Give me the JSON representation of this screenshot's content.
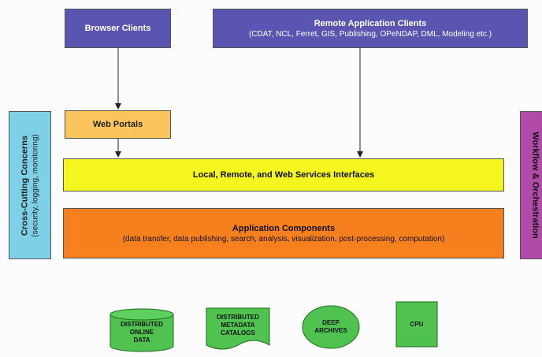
{
  "boxes": {
    "browser_clients": {
      "title": "Browser Clients"
    },
    "remote_clients": {
      "title": "Remote Application Clients",
      "subtitle": "(CDAT, NCL, Ferret, GIS, Publishing, OPeNDAP, DML, Modeling etc.)"
    },
    "web_portals": {
      "title": "Web Portals"
    },
    "interfaces": {
      "title": "Local, Remote, and Web Services Interfaces"
    },
    "app_components": {
      "title": "Application Components",
      "subtitle": "(data transfer, data publishing, search, analysis, visualization, post-processing, computation)"
    },
    "cross_cutting": {
      "title": "Cross-Cutting Concerns",
      "subtitle": "(security, logging, monitoring)"
    },
    "workflow": {
      "title": "Workflow & Orchestration"
    }
  },
  "resources": {
    "online_data": {
      "line1": "DISTRIBUTED",
      "line2": "ONLINE",
      "line3": "DATA"
    },
    "metadata": {
      "line1": "DISTRIBUTED",
      "line2": "METADATA",
      "line3": "CATALOGS"
    },
    "archives": {
      "line1": "DEEP",
      "line2": "ARCHIVES"
    },
    "cpu": {
      "line1": "CPU"
    }
  },
  "colors": {
    "client_blue": "#5a55b0",
    "portal_orange": "#fcc45c",
    "interface_yellow": "#f5f51f",
    "component_orange": "#f6801e",
    "crosscut_cyan": "#7ed0e6",
    "workflow_purple": "#b04ba8",
    "resource_green": "#4fc24f"
  }
}
